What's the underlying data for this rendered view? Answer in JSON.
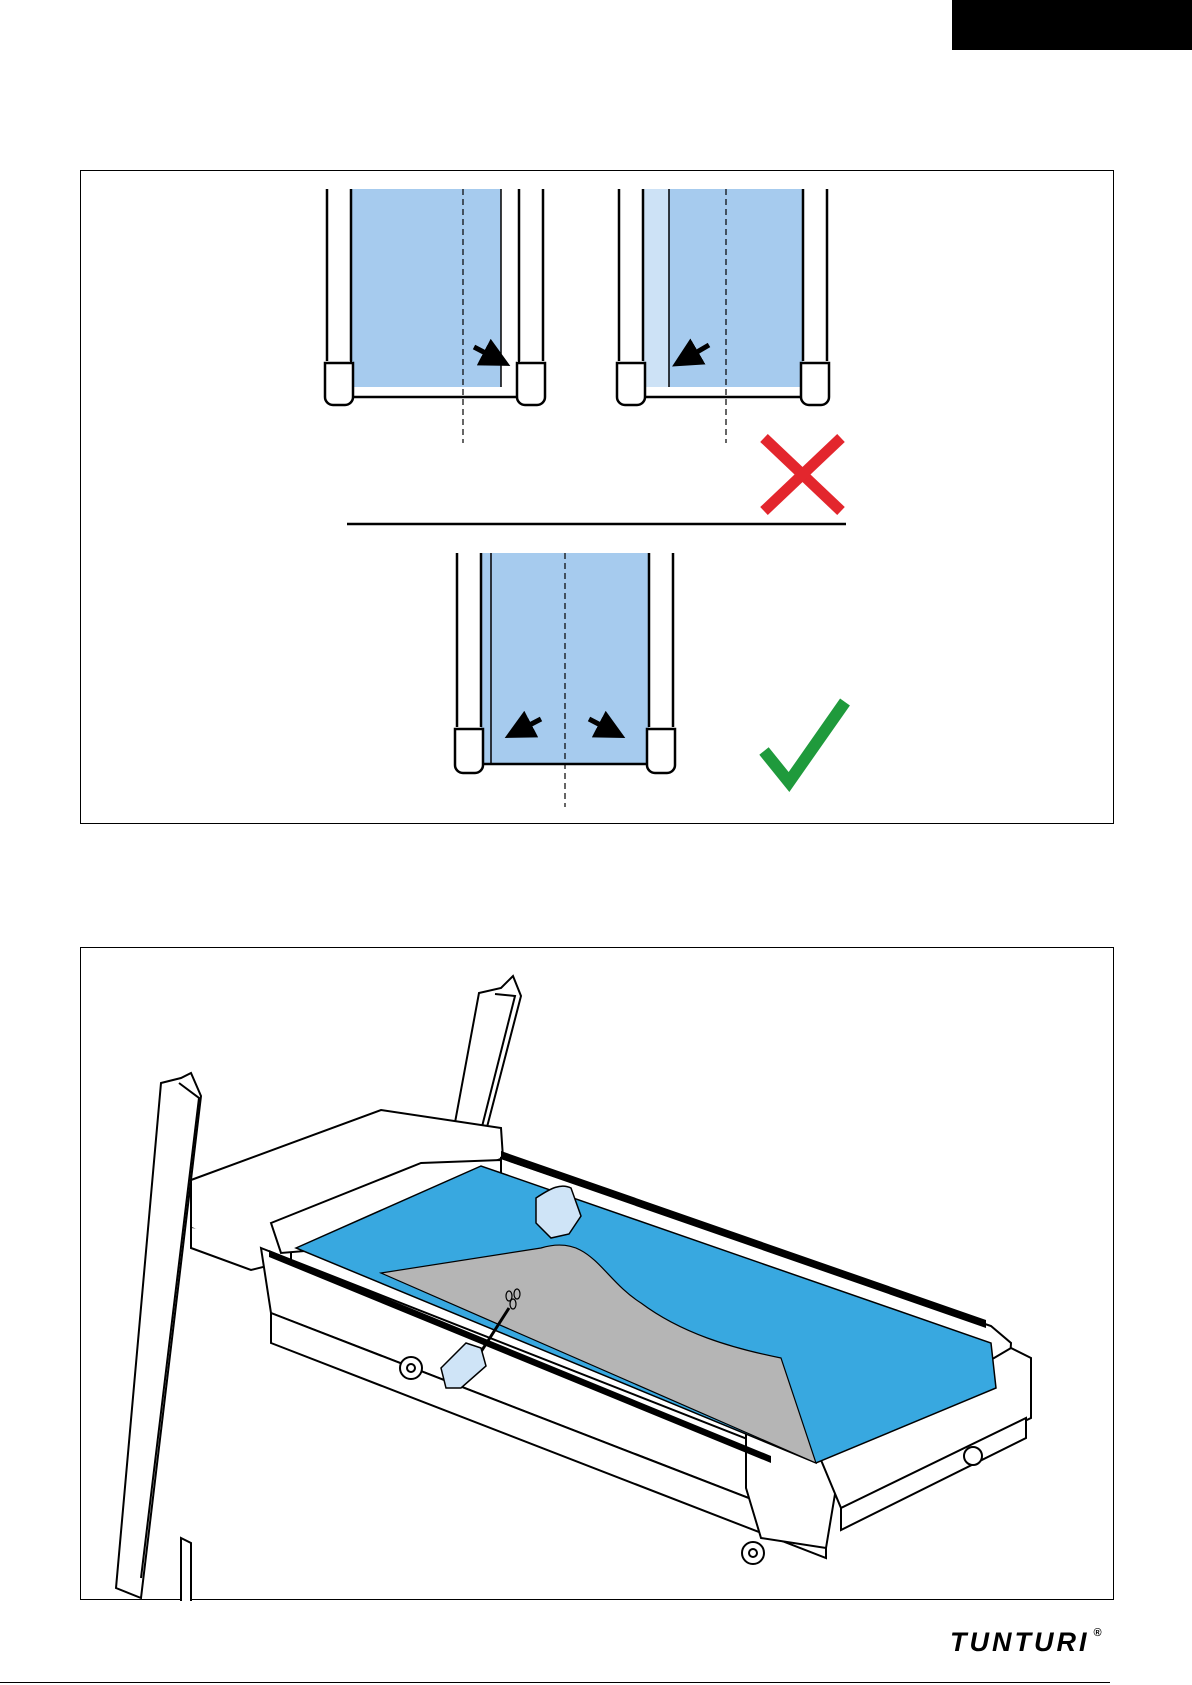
{
  "document": {
    "brand": "TUNTURI",
    "registered_mark": "®"
  },
  "figures": {
    "belt_alignment": {
      "wrong_examples": 2,
      "correct_examples": 1,
      "colors": {
        "belt": "#a6cbee",
        "belt_light": "#cde2f6",
        "cross": "#e3262d",
        "check": "#1f9a3c"
      }
    },
    "belt_lubrication": {
      "colors": {
        "belt": "#38a8e0",
        "deck": "#b5b5b5",
        "glove": "#cfe4f7"
      }
    }
  }
}
